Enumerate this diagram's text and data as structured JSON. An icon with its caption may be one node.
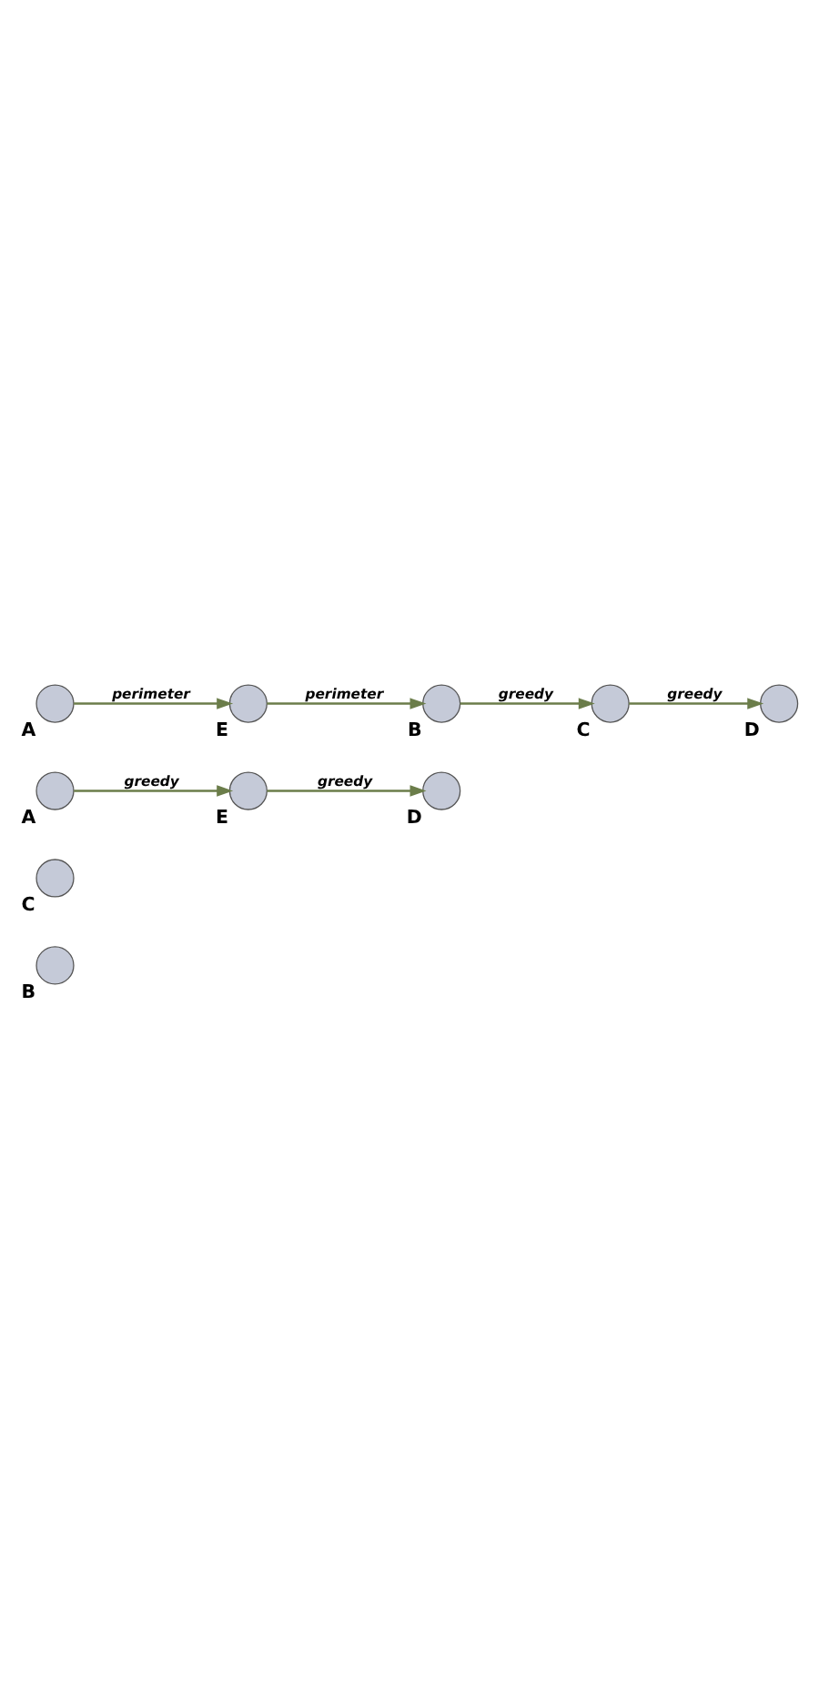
{
  "diagram": {
    "nodes": [
      {
        "text": [],
        "shape": "circle",
        "beside": [
          "B"
        ]
      },
      {
        "text": [],
        "shape": "circle",
        "beside": [
          "C"
        ]
      },
      {
        "text": [],
        "shape": "circle",
        "beside": [
          "A"
        ]
      },
      {
        "text": [],
        "shape": "circle",
        "beside": [
          "E"
        ]
      },
      {
        "text": [],
        "shape": "circle",
        "beside": [
          "D"
        ]
      },
      {
        "text": [],
        "shape": "circle",
        "beside": [
          "B"
        ]
      },
      {
        "text": [],
        "shape": "circle",
        "beside": [
          "E"
        ]
      },
      {
        "text": [],
        "shape": "circle",
        "beside": [
          "C"
        ]
      },
      {
        "text": [],
        "shape": "circle",
        "beside": [
          "A"
        ]
      },
      {
        "text": [],
        "shape": "circle",
        "beside": [
          "D"
        ]
      }
    ],
    "edges": [
      {
        "from": 2,
        "to": 3,
        "arrow": "to",
        "label": "greedy"
      },
      {
        "from": 3,
        "to": 4,
        "arrow": "to",
        "label": "greedy"
      },
      {
        "from": 8,
        "to": 6,
        "arrow": "to",
        "label": "perimeter"
      },
      {
        "from": 6,
        "to": 5,
        "arrow": "to",
        "label": "perimeter"
      },
      {
        "from": 5,
        "to": 7,
        "arrow": "to",
        "label": "greedy"
      },
      {
        "from": 7,
        "to": 9,
        "arrow": "to",
        "label": "greedy"
      }
    ]
  }
}
